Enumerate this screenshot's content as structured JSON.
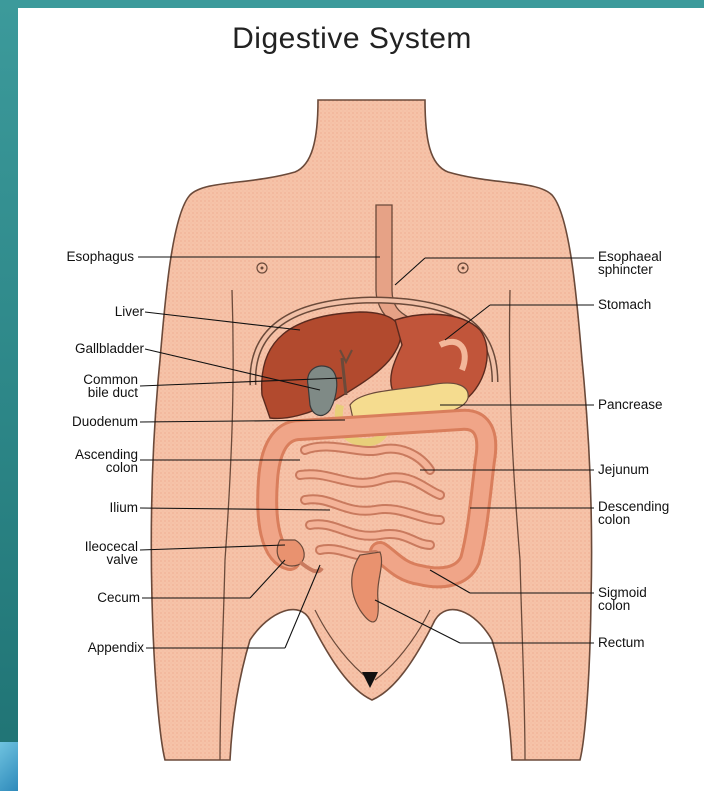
{
  "title": "Digestive System",
  "labels_left": [
    {
      "id": "esophagus",
      "text": "Esophagus"
    },
    {
      "id": "liver",
      "text": "Liver"
    },
    {
      "id": "gallbladder",
      "text": "Gallbladder"
    },
    {
      "id": "common-bile-duct",
      "text": "Common\nbile duct"
    },
    {
      "id": "duodenum",
      "text": "Duodenum"
    },
    {
      "id": "ascending-colon",
      "text": "Ascending\ncolon"
    },
    {
      "id": "ilium",
      "text": "Ilium"
    },
    {
      "id": "ileocecal-valve",
      "text": "Ileocecal\nvalve"
    },
    {
      "id": "cecum",
      "text": "Cecum"
    },
    {
      "id": "appendix",
      "text": "Appendix"
    }
  ],
  "labels_right": [
    {
      "id": "esophaeal-sphincter",
      "text": "Esophaeal\nsphincter"
    },
    {
      "id": "stomach",
      "text": "Stomach"
    },
    {
      "id": "pancrease",
      "text": "Pancrease"
    },
    {
      "id": "jejunum",
      "text": "Jejunum"
    },
    {
      "id": "descending-colon",
      "text": "Descending\ncolon"
    },
    {
      "id": "sigmoid-colon",
      "text": "Sigmoid\ncolon"
    },
    {
      "id": "rectum",
      "text": "Rectum"
    }
  ],
  "colors": {
    "skin": "#f6c3a8",
    "skin_outline": "#6b4a3a",
    "liver": "#b24a2e",
    "stomach": "#c1553a",
    "intestine": "#f0a588",
    "colon": "#e9926f",
    "pancreas": "#f5dc8f",
    "gallbladder": "#7f8a86",
    "background": "#2f8f8f"
  }
}
